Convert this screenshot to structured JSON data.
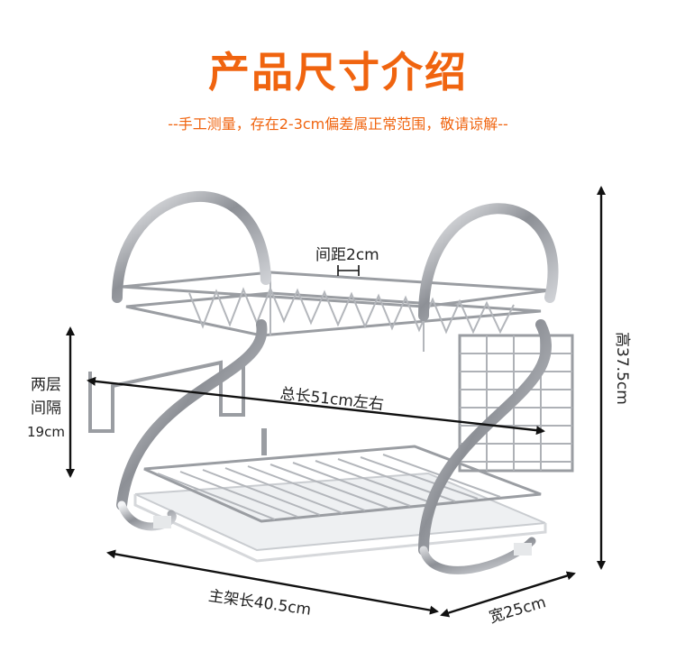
{
  "header": {
    "title": "产品尺寸介绍",
    "subtitle": "--手工测量，存在2-3cm偏差属正常范围，敬请谅解--"
  },
  "colors": {
    "accent": "#f0640f",
    "text": "#222222",
    "chrome": "#a9acb1",
    "tray": "#eef0f2"
  },
  "dimensions": {
    "gap": "间距2cm",
    "total_length": "总长51cm左右",
    "layer_gap_line1": "两层",
    "layer_gap_line2": "间隔",
    "layer_gap_line3": "19cm",
    "height": "高37.5cm",
    "main_length": "主架长40.5cm",
    "width": "宽25cm"
  }
}
